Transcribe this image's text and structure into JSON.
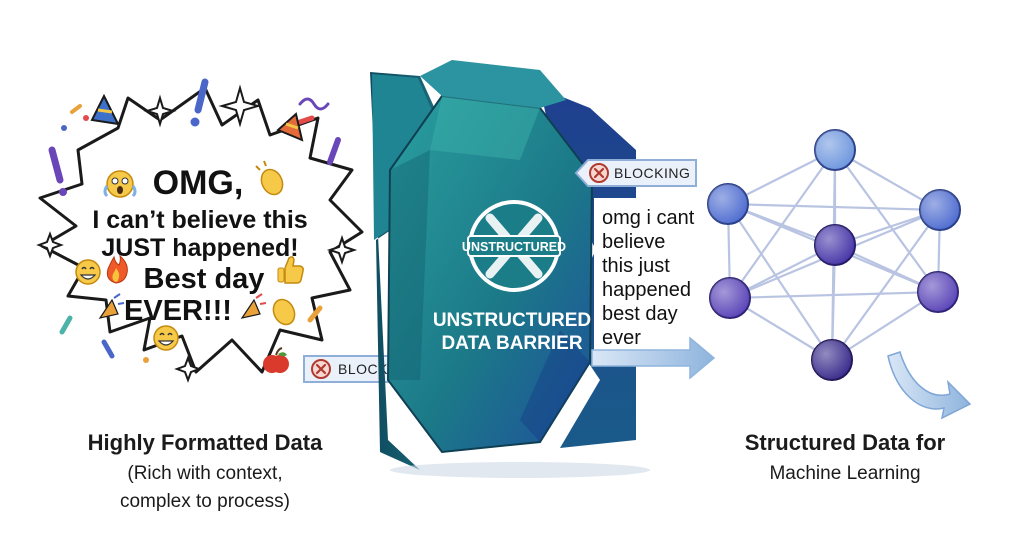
{
  "burst": {
    "line1": "OMG,",
    "line2": "I can’t believe this",
    "line3": "JUST happened!",
    "line4": "Best day",
    "line5": "EVER!!!",
    "emoji_icons": [
      "scream-emoji-icon",
      "clap-emoji-icon",
      "grin-emoji-icon",
      "fire-emoji-icon",
      "thumbs-up-emoji-icon",
      "party-popper-icon",
      "apple-icon"
    ]
  },
  "left_caption": {
    "title": "Highly Formatted Data",
    "line1": "(Rich with context,",
    "line2": "complex to process)"
  },
  "barrier": {
    "badge": "UNSTRUCTURED",
    "line1": "UNSTRUCTURED",
    "line2": "DATA BARRIER",
    "colors": {
      "dark": "#0f4a5e",
      "mid": "#1c7a88",
      "light": "#2a9fa0",
      "blue": "#1e4f9c"
    }
  },
  "blocking_tags": [
    {
      "label": "BLOCKING",
      "icon": "x-circle-icon"
    },
    {
      "label": "BLOCKING",
      "icon": "x-circle-icon"
    }
  ],
  "plain_text": [
    "omg i cant",
    "believe",
    "this just",
    "happened",
    "best day",
    "ever"
  ],
  "right_caption": {
    "title": "Structured Data for",
    "line1": "Machine Learning"
  },
  "network": {
    "node_colors": [
      "#6f97de",
      "#4f6dd0",
      "#4636a8",
      "#5b45b8",
      "#3a2c8c"
    ],
    "edge_color": "#b9c4e2"
  },
  "arrow_color": "#8fb4dd"
}
